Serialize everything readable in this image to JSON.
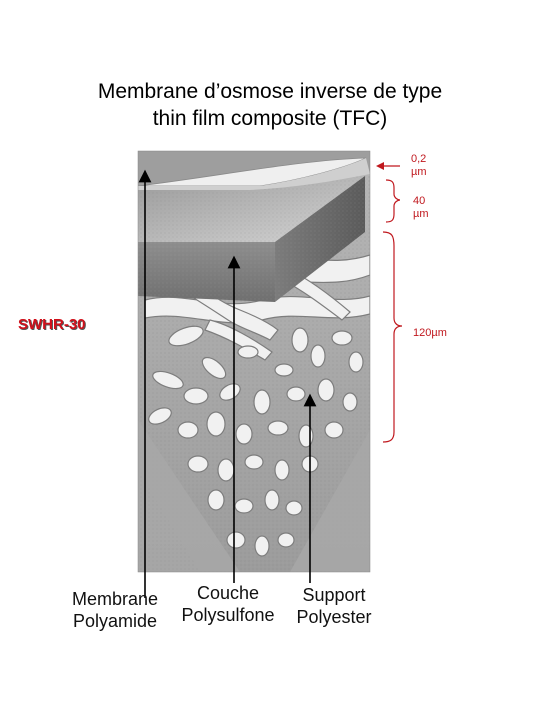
{
  "title": {
    "line1": "Membrane d’osmose inverse de type",
    "line2": "thin film composite (TFC)"
  },
  "model_label": "SWHR-30",
  "dimensions": {
    "top_layer": {
      "value": "0,2",
      "unit": "µm"
    },
    "middle_layer": {
      "value": "40",
      "unit": "µm"
    },
    "support_layer": "120µm"
  },
  "layers": [
    {
      "line1": "Membrane",
      "line2": "Polyamide"
    },
    {
      "line1": "Couche",
      "line2": "Polysulfone"
    },
    {
      "line1": "Support",
      "line2": "Polyester"
    }
  ],
  "colors": {
    "annotation_red": "#c0181e",
    "model_label_red": "#d0101a",
    "pointer_black": "#000000"
  }
}
